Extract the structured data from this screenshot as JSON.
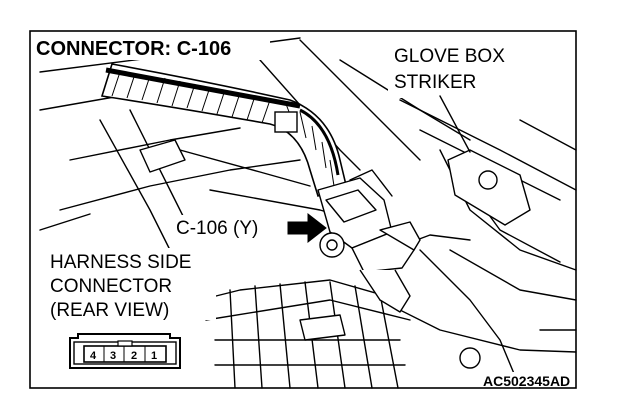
{
  "diagram": {
    "title": "CONNECTOR: C-106",
    "glove_box_label": [
      "GLOVE BOX",
      "STRIKER"
    ],
    "connector_callout": "C-106 (Y)",
    "harness_label": [
      "HARNESS SIDE",
      "CONNECTOR",
      "(REAR VIEW)"
    ],
    "pins": [
      "4",
      "3",
      "2",
      "1"
    ],
    "figure_code": "AC502345AD"
  }
}
